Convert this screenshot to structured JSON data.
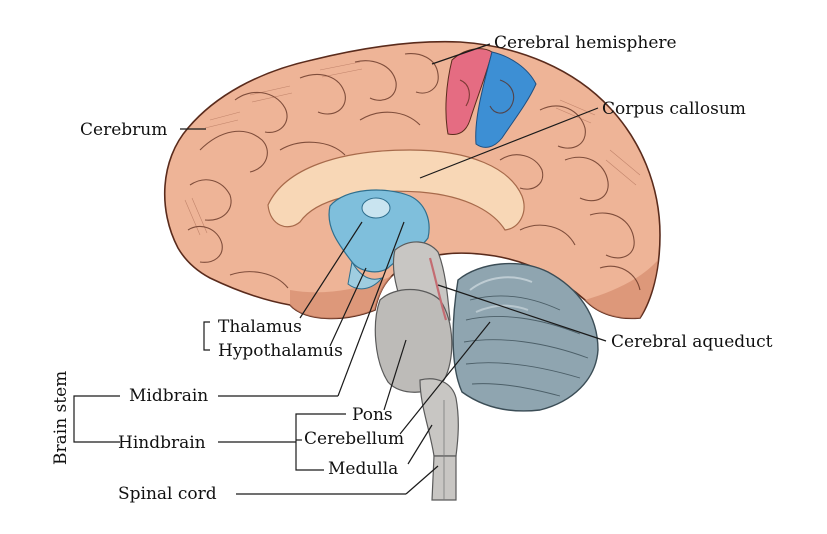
{
  "colors": {
    "cortex": "#eeb497",
    "cortex_shadow": "#d58c6e",
    "corpus_callosum": "#f8d7b6",
    "ventricle": "#7fbfdc",
    "cerebral_hemisphere_red": "#e56c82",
    "cerebral_hemisphere_blue": "#3d8fd4",
    "brainstem": "#c8c6c3",
    "cerebellum": "#8fa5b0",
    "outline": "#5a2b1c"
  },
  "labels": {
    "cerebral_hemisphere": "Cerebral hemisphere",
    "corpus_callosum": "Corpus callosum",
    "cerebrum": "Cerebrum",
    "thalamus": "Thalamus",
    "hypothalamus": "Hypothalamus",
    "cerebral_aqueduct": "Cerebral aqueduct",
    "brain_stem": "Brain stem",
    "midbrain": "Midbrain",
    "hindbrain": "Hindbrain",
    "pons": "Pons",
    "cerebellum": "Cerebellum",
    "medulla": "Medulla",
    "spinal_cord": "Spinal cord"
  }
}
